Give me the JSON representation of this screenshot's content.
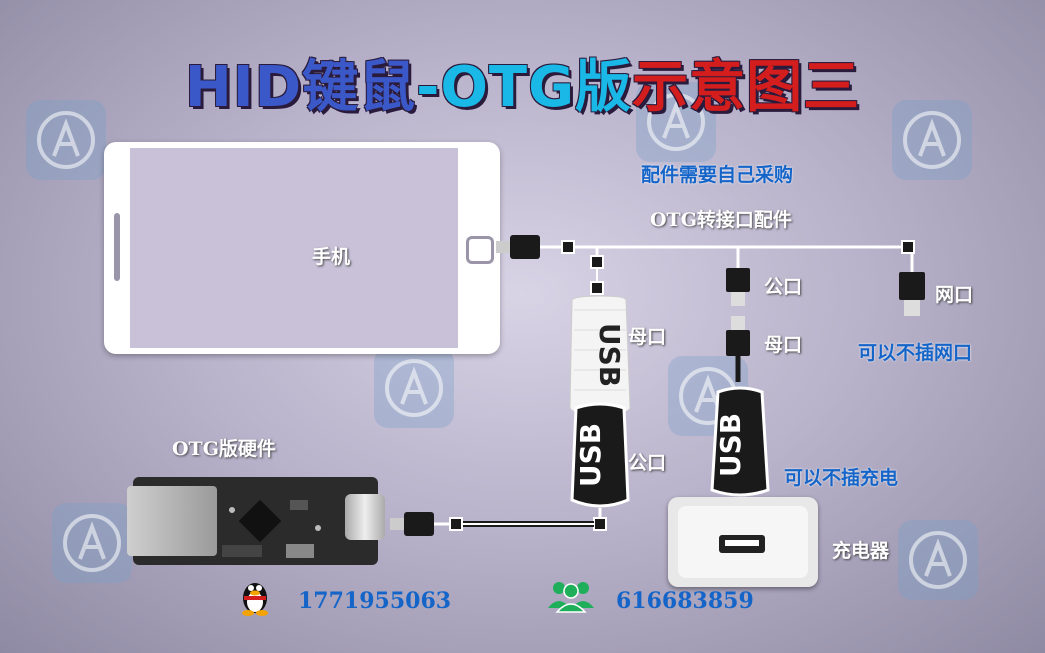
{
  "title": {
    "part1": "HID键鼠",
    "part2": "-OTG版",
    "part3": "示意图三"
  },
  "phone_label": "手机",
  "parts_note": "配件需要自己采购",
  "otg_adapter_label": "OTG转接口配件",
  "male_port_label_1": "公口",
  "female_port_label_1": "母口",
  "female_port_label_2": "母口",
  "male_port_label_2": "公口",
  "network_port_label": "网口",
  "network_optional": "可以不插网口",
  "otg_hardware_label": "OTG版硬件",
  "charger_optional": "可以不插充电",
  "charger_label": "充电器",
  "usb_text": "USB",
  "qq_number": "1771955063",
  "group_number": "616683859",
  "colors": {
    "title_blue": "#3b58c8",
    "title_cyan": "#19b8e6",
    "title_red": "#d41d1d",
    "note_blue": "#1565c9"
  }
}
